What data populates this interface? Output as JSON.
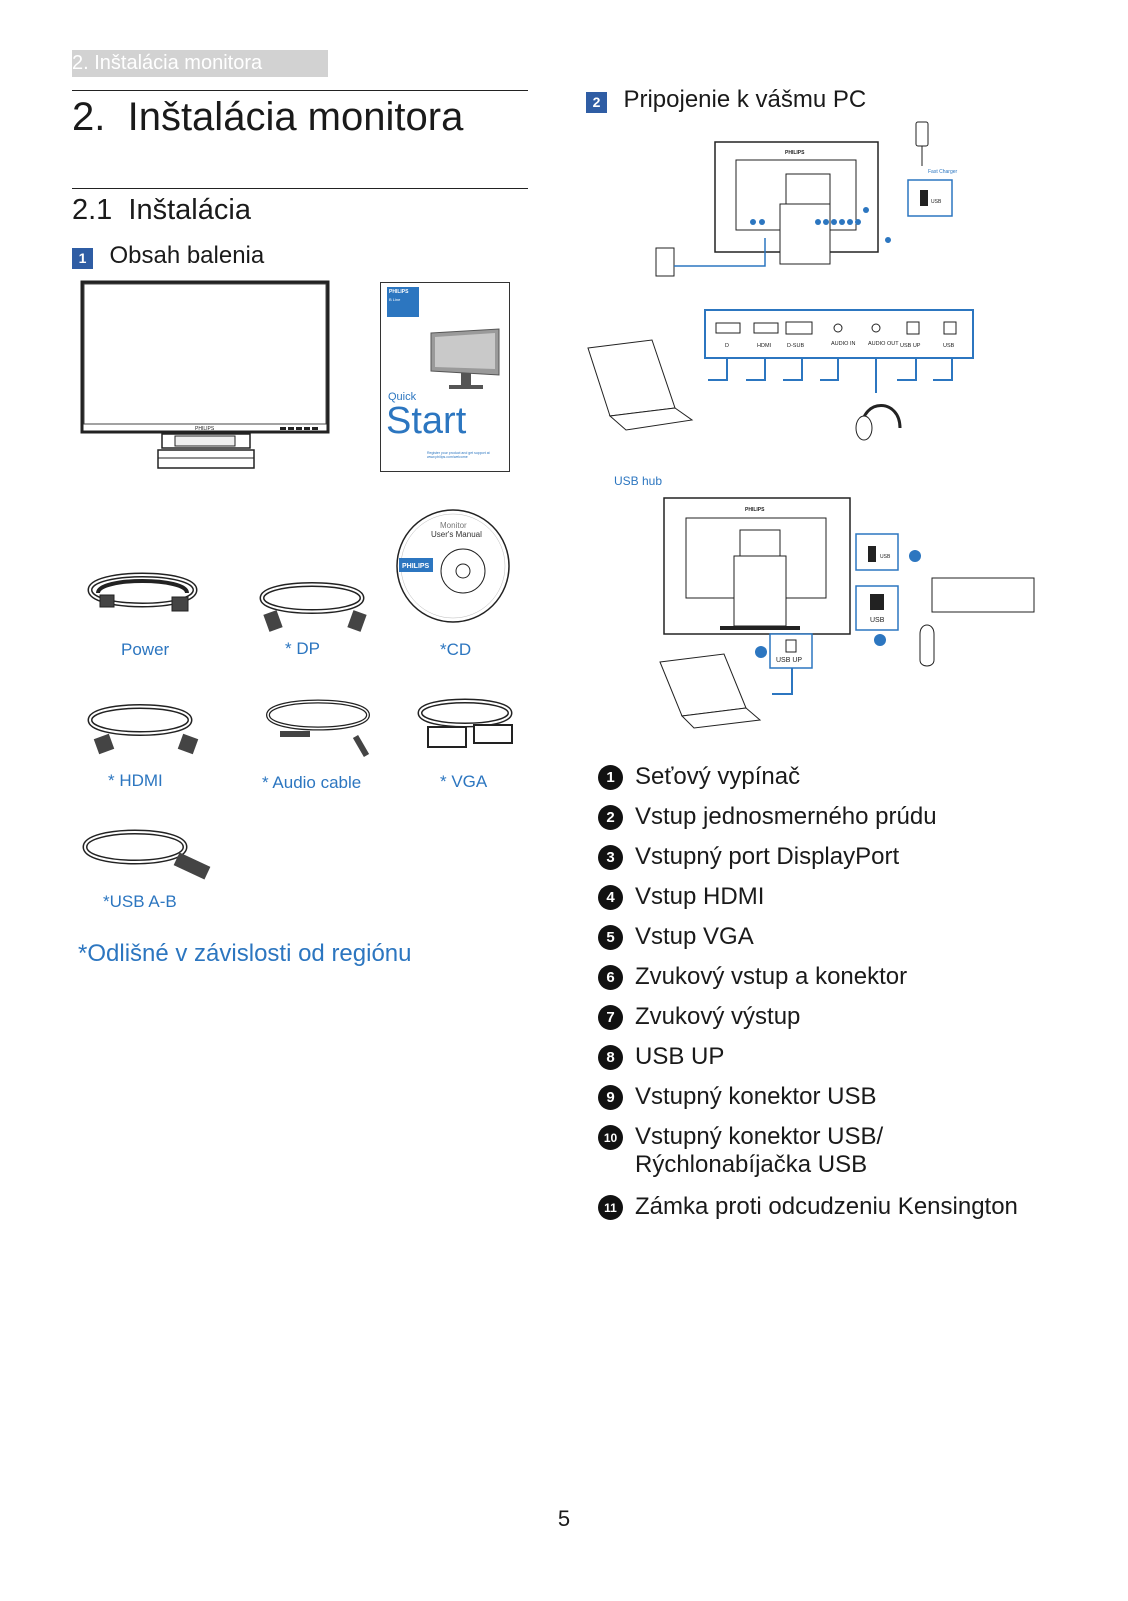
{
  "header": {
    "tab_label": "2. Inštalácia monitora"
  },
  "chapter": {
    "title": "2.  Inštalácia monitora"
  },
  "section": {
    "title": "2.1  Inštalácia"
  },
  "box_contents": {
    "num": "1",
    "label": "Obsah balenia",
    "quick_start": {
      "brand": "PHILIPS",
      "line": "B Line",
      "quick": "Quick",
      "start": "Start",
      "footer": "Register your product and get support at www.philips.com/welcome"
    },
    "cd": {
      "title1": "Monitor",
      "title2": "User's Manual",
      "brand": "PHILIPS"
    },
    "captions": {
      "power": "Power",
      "dp": "* DP",
      "cd": "*CD",
      "hdmi": "* HDMI",
      "audio": "* Audio cable",
      "vga": "* VGA",
      "usb_ab": "*USB A-B"
    },
    "region_note": "*Odlišné v závislosti od regiónu"
  },
  "connection": {
    "num": "2",
    "label": "Pripojenie k vášmu PC",
    "fast_charger": "Fast Charger",
    "usb_hub_label": "USB hub",
    "brand": "PHILIPS",
    "ports": [
      "HDMI",
      "D-SUB",
      "AUDIO IN",
      "AUDIO OUT",
      "USB UP",
      "USB"
    ],
    "usb": "USB",
    "usb_up": "USB UP"
  },
  "legend": [
    {
      "num": "1",
      "text": "Seťový vypínač"
    },
    {
      "num": "2",
      "text": "Vstup jednosmerného prúdu"
    },
    {
      "num": "3",
      "text": "Vstupný port DisplayPort"
    },
    {
      "num": "4",
      "text": "Vstup HDMI"
    },
    {
      "num": "5",
      "text": "Vstup VGA"
    },
    {
      "num": "6",
      "text": "Zvukový vstup a konektor"
    },
    {
      "num": "7",
      "text": "Zvukový výstup"
    },
    {
      "num": "8",
      "text": "USB UP"
    },
    {
      "num": "9",
      "text": "Vstupný konektor USB"
    },
    {
      "num": "10",
      "text": "Vstupný konektor USB/",
      "text2": "Rýchlonabíjačka USB"
    },
    {
      "num": "11",
      "text": "Zámka proti odcudzeniu Kensington"
    }
  ],
  "page_number": "5",
  "colors": {
    "accent": "#2c76c0",
    "section_badge": "#2f5da4"
  }
}
